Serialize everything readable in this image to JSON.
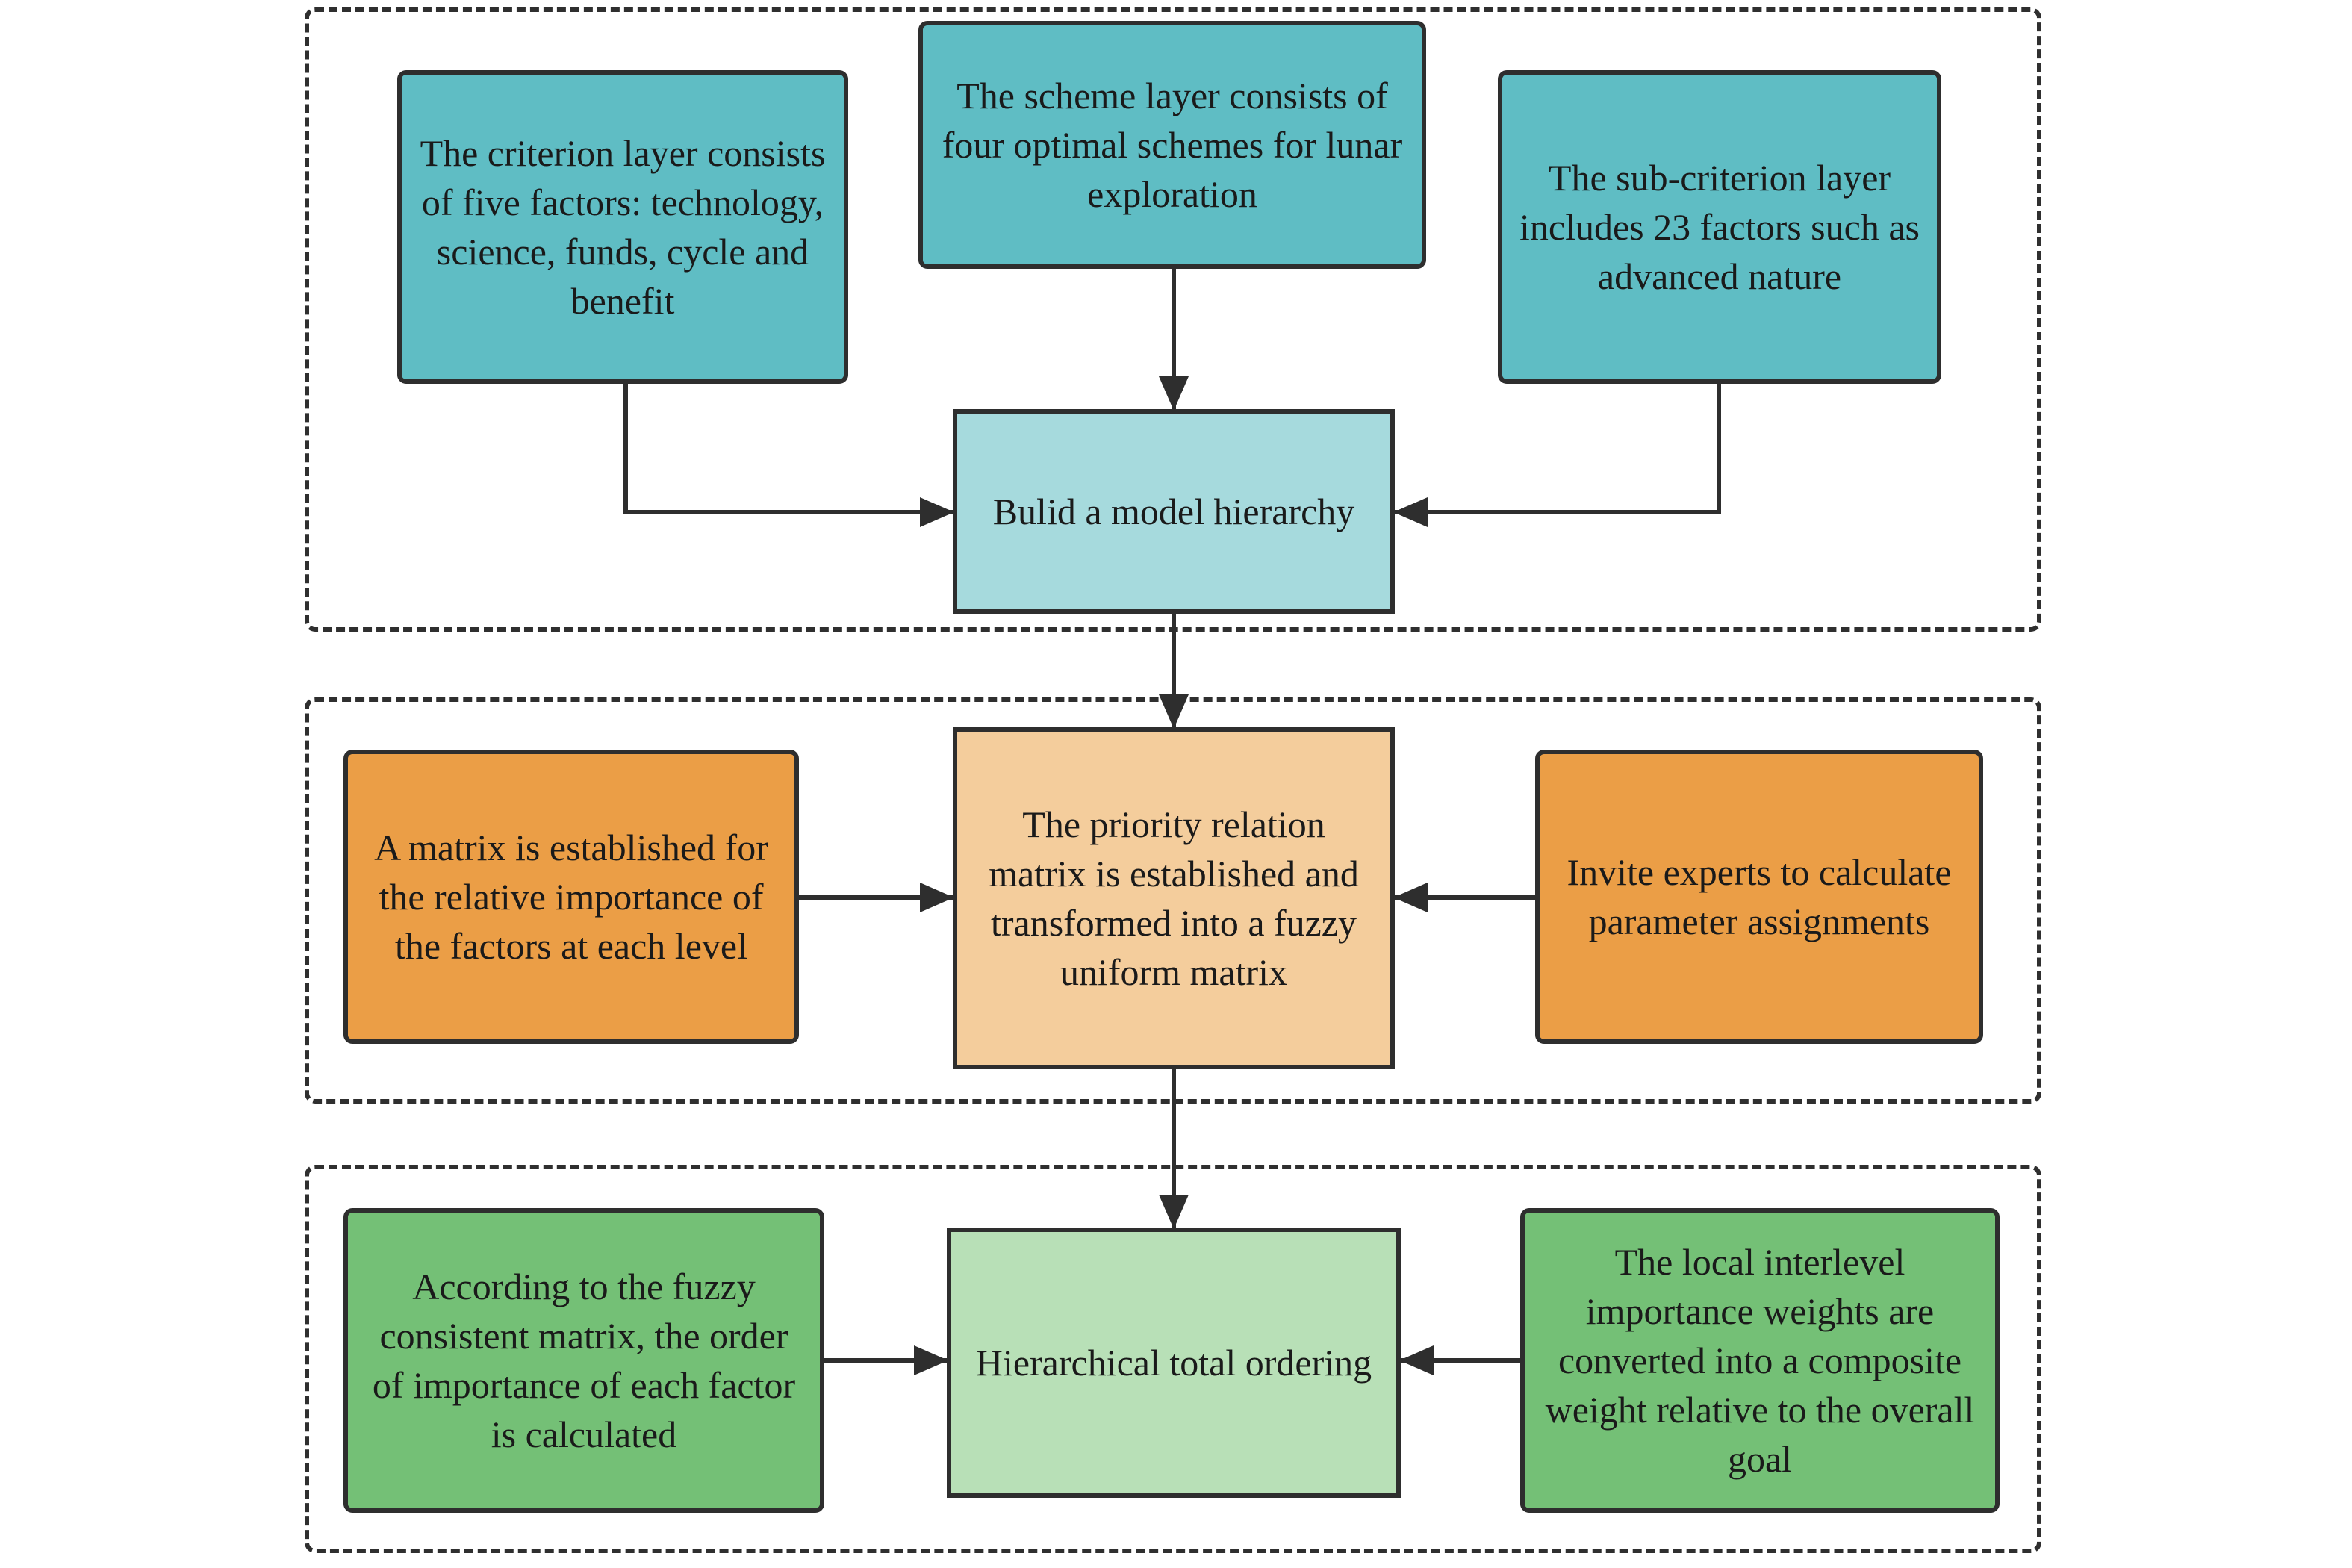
{
  "colors": {
    "teal": "#5fbdc4",
    "teal_light": "#a6dadd",
    "orange": "#eb9e46",
    "orange_light": "#f4cd9c",
    "green": "#74c076",
    "green_light": "#b8e0b7",
    "line": "#2e2e2e"
  },
  "stage1": {
    "criterion": "The criterion layer consists of five factors: technology, science, funds, cycle and benefit",
    "scheme": "The scheme layer consists of four optimal schemes for lunar exploration",
    "subcriterion": "The sub-criterion layer includes 23 factors such as advanced nature",
    "hierarchy": "Bulid a model hierarchy"
  },
  "stage2": {
    "matrix": "A matrix is established for the relative importance of the factors at each level",
    "priority": "The priority relation matrix is established and transformed into a fuzzy uniform matrix",
    "experts": "Invite experts to calculate parameter assignments"
  },
  "stage3": {
    "order": "According to the fuzzy consistent matrix, the order of importance of each factor is calculated",
    "total": "Hierarchical total ordering",
    "weights": "The local interlevel importance weights are converted into a composite weight relative to the overall goal"
  }
}
